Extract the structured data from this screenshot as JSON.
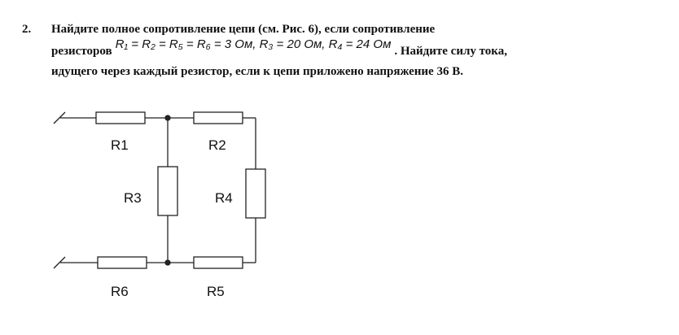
{
  "problem": {
    "number": "2.",
    "line1": "Найдите полное сопротивление цепи (см. Рис. 6), если сопротивление",
    "line2_start": "резисторов",
    "formula": "R₁ = R₂ = R₅ = R₆ = 3 Ом, R₃ = 20 Ом, R₄ = 24 Ом",
    "line2_end": ". Найдите силу тока,",
    "line3": "идущего через каждый резистор, если к цепи приложено напряжение 36 В."
  },
  "circuit": {
    "labels": {
      "r1": "R1",
      "r2": "R2",
      "r3": "R3",
      "r4": "R4",
      "r5": "R5",
      "r6": "R6"
    }
  }
}
